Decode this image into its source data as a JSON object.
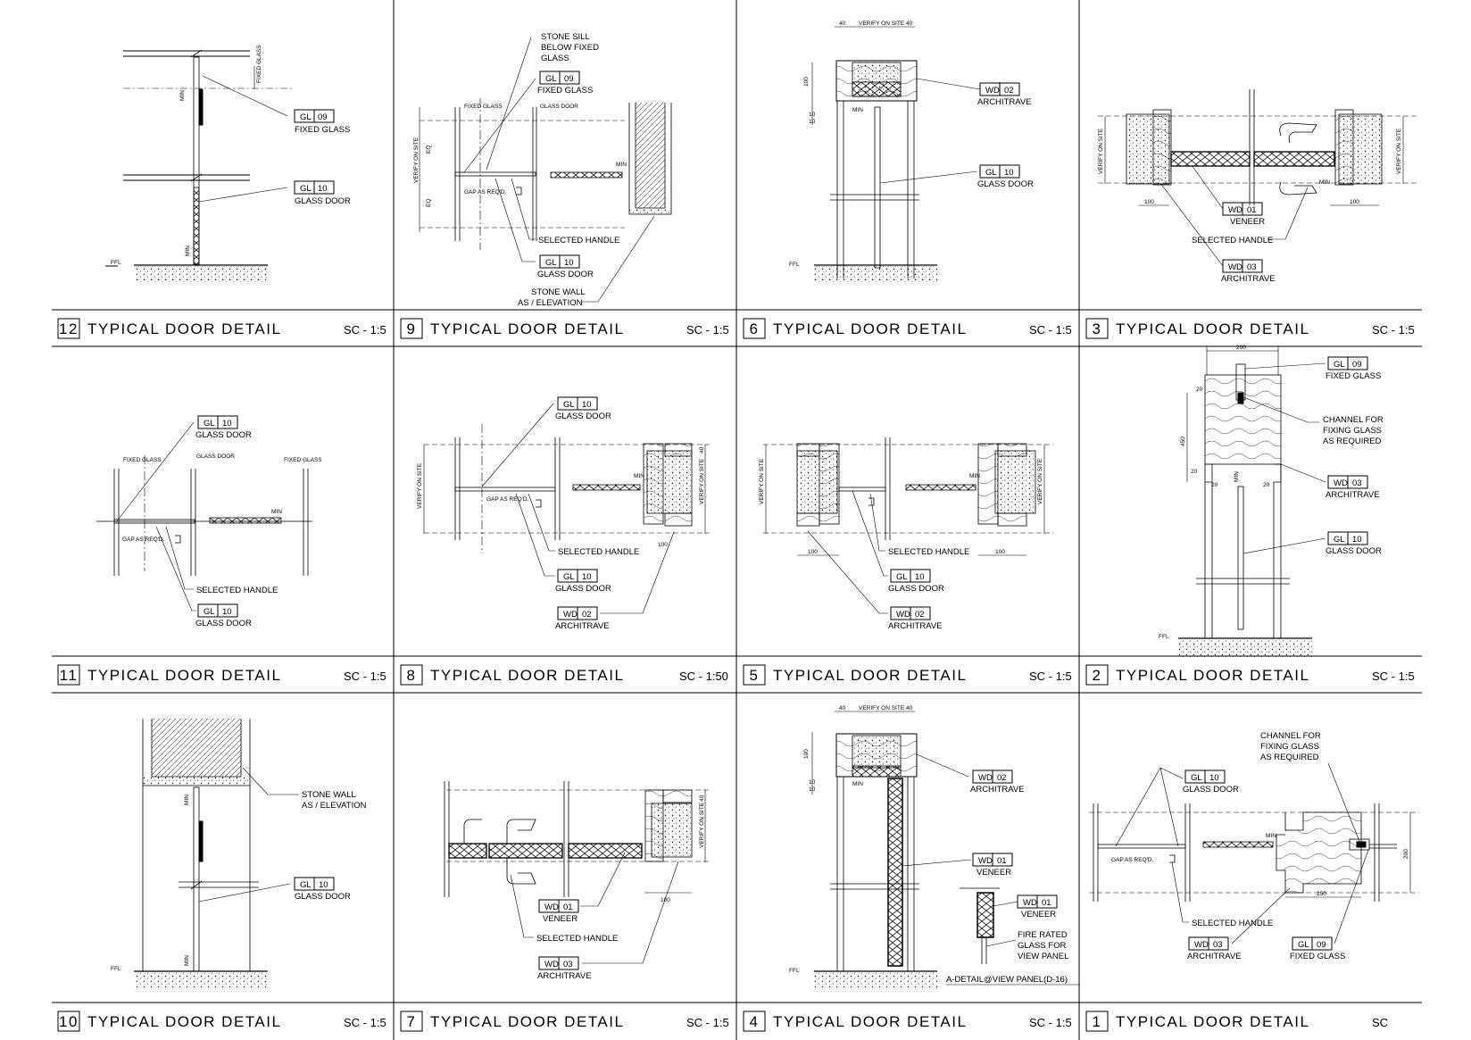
{
  "sheet": {
    "panels": [
      {
        "num": "12",
        "title": "TYPICAL DOOR DETAIL",
        "scale": "SC - 1:5"
      },
      {
        "num": "9",
        "title": "TYPICAL DOOR DETAIL",
        "scale": "SC - 1:5"
      },
      {
        "num": "6",
        "title": "TYPICAL DOOR DETAIL",
        "scale": "SC - 1:5"
      },
      {
        "num": "3",
        "title": "TYPICAL DOOR DETAIL",
        "scale": "SC - 1:5"
      },
      {
        "num": "11",
        "title": "TYPICAL DOOR DETAIL",
        "scale": "SC - 1:5"
      },
      {
        "num": "8",
        "title": "TYPICAL DOOR DETAIL",
        "scale": "SC - 1:50"
      },
      {
        "num": "5",
        "title": "TYPICAL DOOR DETAIL",
        "scale": "SC - 1:5"
      },
      {
        "num": "2",
        "title": "TYPICAL DOOR DETAIL",
        "scale": "SC - 1:5"
      },
      {
        "num": "10",
        "title": "TYPICAL DOOR DETAIL",
        "scale": "SC - 1:5"
      },
      {
        "num": "7",
        "title": "TYPICAL DOOR DETAIL",
        "scale": "SC - 1:5"
      },
      {
        "num": "4",
        "title": "TYPICAL DOOR DETAIL",
        "scale": "SC - 1:5"
      },
      {
        "num": "1",
        "title": "TYPICAL DOOR DETAIL",
        "scale": "SC"
      }
    ],
    "tags": {
      "gl09": {
        "code": "GL",
        "num": "09",
        "desc": "FIXED GLASS"
      },
      "gl10": {
        "code": "GL",
        "num": "10",
        "desc": "GLASS DOOR"
      },
      "wd01": {
        "code": "WD",
        "num": "01",
        "desc": "VENEER"
      },
      "wd02": {
        "code": "WD",
        "num": "02",
        "desc": "ARCHITRAVE"
      },
      "wd03": {
        "code": "WD",
        "num": "03",
        "desc": "ARCHITRAVE"
      }
    },
    "notes": {
      "selected_handle": "SELECTED HANDLE",
      "stone_wall_1": "STONE WALL",
      "stone_wall_2": "AS / ELEVATION",
      "stone_sill_1": "STONE SILL",
      "stone_sill_2": "BELOW FIXED",
      "stone_sill_3": "GLASS",
      "channel_1": "CHANNEL FOR",
      "channel_2": "FIXING GLASS",
      "channel_3": "AS REQUIRED",
      "fire_1": "FIRE RATED",
      "fire_2": "GLASS FOR",
      "fire_3": "VIEW PANEL",
      "detail_a": "A-DETAIL@VIEW PANEL(D-16)",
      "verify": "VERIFY ON SITE",
      "gap": "GAP AS REQ'D.",
      "glass_door": "GLASS DOOR",
      "fixed_glass": "FIXED GLASS",
      "ffl": "FFL",
      "min": "MIN",
      "eq": "EQ"
    },
    "dims": {
      "d40": "40",
      "d100": "100",
      "d10": "10",
      "d200": "200",
      "d20": "20",
      "d450": "450",
      "d250": "250"
    }
  }
}
